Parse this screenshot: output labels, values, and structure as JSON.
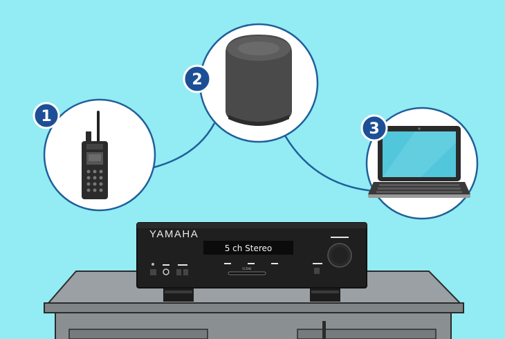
{
  "colors": {
    "background": "#93ebf3",
    "circle_fill": "#ffffff",
    "outline": "#1f5f9a",
    "badge": "#1d4f96",
    "device_body": "#1c1c1c",
    "cabinet": "#8f9497"
  },
  "devices": [
    {
      "badge": "1",
      "icon": "walkie-talkie-icon"
    },
    {
      "badge": "2",
      "icon": "smart-speaker-icon"
    },
    {
      "badge": "3",
      "icon": "laptop-icon"
    }
  ],
  "receiver": {
    "brand": "YAMAHA",
    "display": "5 ch Stereo",
    "scene_label": "SCENE",
    "icon": "av-receiver-icon"
  }
}
